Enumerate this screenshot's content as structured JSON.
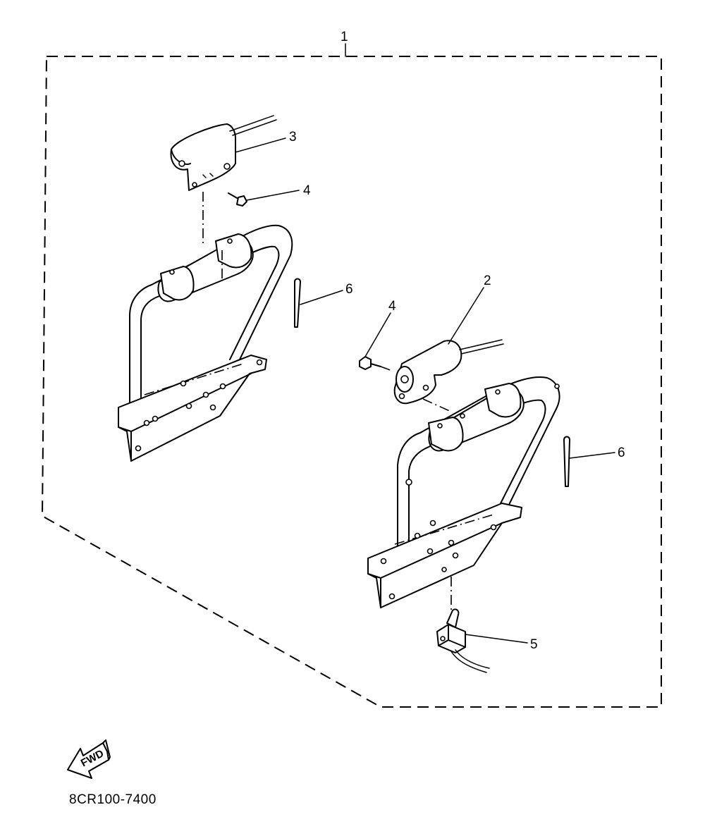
{
  "callouts": {
    "c1": "1",
    "c2": "2",
    "c3": "3",
    "c4a": "4",
    "c4b": "4",
    "c5": "5",
    "c6a": "6",
    "c6b": "6"
  },
  "forward_arrow": {
    "label": "FWD"
  },
  "part_code": "8CR100-7400"
}
